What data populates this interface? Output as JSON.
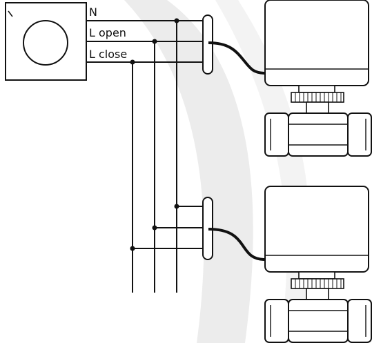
{
  "diagram": {
    "type": "wiring-diagram",
    "controller": {
      "icon": "rotary-dial-icon"
    },
    "wire_labels": {
      "neutral": "N",
      "line_open": "L open",
      "line_close": "L close"
    },
    "actuators": [
      {
        "icon": "motorized-valve-actuator-icon"
      },
      {
        "icon": "motorized-valve-actuator-icon"
      }
    ],
    "colors": {
      "line": "#111111",
      "background": "#ffffff",
      "watermark": "#ececec"
    }
  }
}
